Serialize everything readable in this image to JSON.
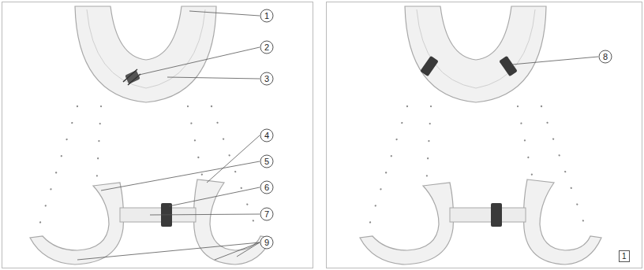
{
  "diagram": {
    "nodes": [
      {
        "text": [
          "1"
        ]
      }
    ],
    "labels": [
      "1",
      "2",
      "3",
      "4",
      "5",
      "6",
      "7",
      "9",
      "8"
    ]
  }
}
